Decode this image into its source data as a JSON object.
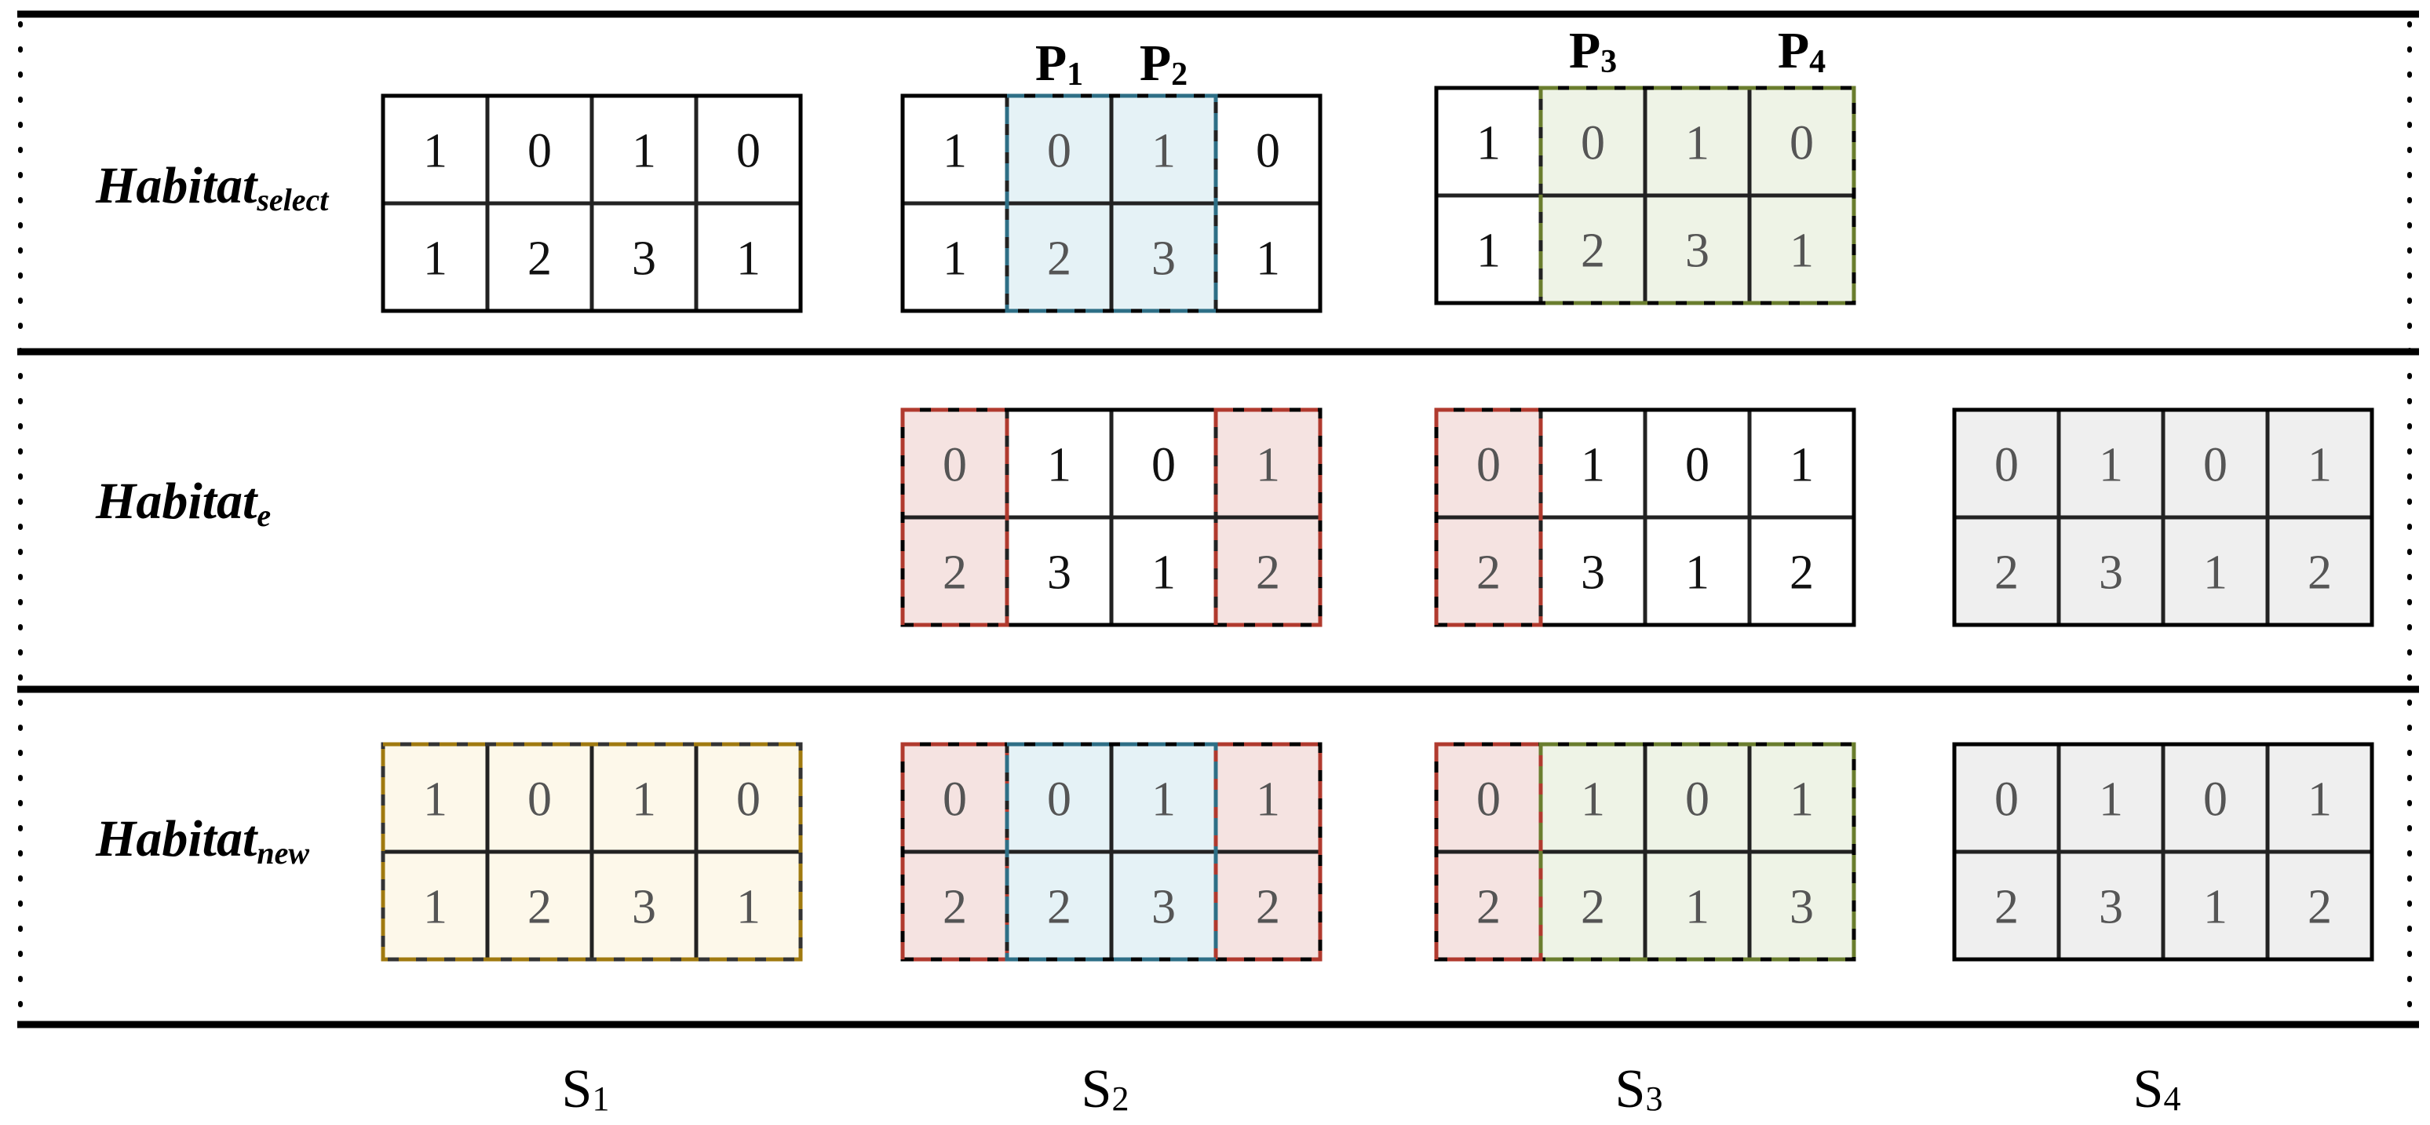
{
  "rows": [
    {
      "id": "select",
      "label_main": "Habitat",
      "label_sub": "select",
      "blocks": [
        {
          "strategy": "S1",
          "matrix": [
            [
              "1",
              "0",
              "1",
              "0"
            ],
            [
              "1",
              "2",
              "3",
              "1"
            ]
          ],
          "fills": [
            "white",
            "white",
            "white",
            "white"
          ],
          "outline": "solid"
        },
        {
          "strategy": "S2",
          "matrix": [
            [
              "1",
              "0",
              "1",
              "0"
            ],
            [
              "1",
              "2",
              "3",
              "1"
            ]
          ],
          "fills": [
            "white",
            "blue",
            "blue",
            "white"
          ],
          "outline": "solid",
          "dashed_region": {
            "from": 1,
            "to": 2,
            "color": "#2e6f86"
          }
        },
        {
          "strategy": "S3",
          "matrix": [
            [
              "1",
              "0",
              "1",
              "0"
            ],
            [
              "1",
              "2",
              "3",
              "1"
            ]
          ],
          "fills": [
            "white",
            "green",
            "green",
            "green"
          ],
          "outline": "solid",
          "dashed_region": {
            "from": 1,
            "to": 3,
            "color": "#6a7d2e"
          }
        }
      ]
    },
    {
      "id": "e",
      "label_main": "Habitat",
      "label_sub": "e",
      "blocks": [
        {
          "strategy": "S2",
          "matrix": [
            [
              "0",
              "1",
              "0",
              "1"
            ],
            [
              "2",
              "3",
              "1",
              "2"
            ]
          ],
          "fills": [
            "red",
            "white",
            "white",
            "red"
          ],
          "outline": "solid",
          "dashed_cols": [
            {
              "col": 0,
              "color": "#b03a2e"
            },
            {
              "col": 3,
              "color": "#b03a2e"
            }
          ]
        },
        {
          "strategy": "S3",
          "matrix": [
            [
              "0",
              "1",
              "0",
              "1"
            ],
            [
              "2",
              "3",
              "1",
              "2"
            ]
          ],
          "fills": [
            "red",
            "white",
            "white",
            "white"
          ],
          "outline": "solid",
          "dashed_cols": [
            {
              "col": 0,
              "color": "#b03a2e"
            }
          ]
        },
        {
          "strategy": "S4",
          "matrix": [
            [
              "0",
              "1",
              "0",
              "1"
            ],
            [
              "2",
              "3",
              "1",
              "2"
            ]
          ],
          "fills": [
            "gray",
            "gray",
            "gray",
            "gray"
          ],
          "outline": "solid"
        }
      ]
    },
    {
      "id": "new",
      "label_main": "Habitat",
      "label_sub": "new",
      "blocks": [
        {
          "strategy": "S1",
          "matrix": [
            [
              "1",
              "0",
              "1",
              "0"
            ],
            [
              "1",
              "2",
              "3",
              "1"
            ]
          ],
          "fills": [
            "yellow",
            "yellow",
            "yellow",
            "yellow"
          ],
          "outline": "dashed",
          "outline_color": "#a07a10"
        },
        {
          "strategy": "S2",
          "matrix": [
            [
              "0",
              "0",
              "1",
              "1"
            ],
            [
              "2",
              "2",
              "3",
              "2"
            ]
          ],
          "fills": [
            "red",
            "blue",
            "blue",
            "red"
          ],
          "outline": "solid",
          "dashed_cols": [
            {
              "col": 0,
              "color": "#b03a2e"
            },
            {
              "col": 3,
              "color": "#b03a2e"
            }
          ],
          "dashed_region": {
            "from": 1,
            "to": 2,
            "color": "#2e6f86"
          }
        },
        {
          "strategy": "S3",
          "matrix": [
            [
              "0",
              "1",
              "0",
              "1"
            ],
            [
              "2",
              "2",
              "1",
              "3"
            ]
          ],
          "fills": [
            "red",
            "green",
            "green",
            "green"
          ],
          "outline": "solid",
          "dashed_cols": [
            {
              "col": 0,
              "color": "#b03a2e"
            }
          ],
          "dashed_region": {
            "from": 1,
            "to": 3,
            "color": "#6a7d2e"
          }
        },
        {
          "strategy": "S4",
          "matrix": [
            [
              "0",
              "1",
              "0",
              "1"
            ],
            [
              "2",
              "3",
              "1",
              "2"
            ]
          ],
          "fills": [
            "gray",
            "gray",
            "gray",
            "gray"
          ],
          "outline": "solid"
        }
      ]
    }
  ],
  "points": [
    {
      "main": "P",
      "sub": "1"
    },
    {
      "main": "P",
      "sub": "2"
    },
    {
      "main": "P",
      "sub": "3"
    },
    {
      "main": "P",
      "sub": "4"
    }
  ],
  "strategies": [
    {
      "main": "S",
      "sub": "1"
    },
    {
      "main": "S",
      "sub": "2"
    },
    {
      "main": "S",
      "sub": "3"
    },
    {
      "main": "S",
      "sub": "4"
    }
  ],
  "colors": {
    "white": "#ffffff",
    "blue": "#e5f2f6",
    "green": "#eef3e6",
    "red": "#f5e3e1",
    "gray": "#efefef",
    "yellow": "#fdf8ea",
    "divider": "#000000",
    "cell_border": "#4a4a40",
    "text_plain": "#111111",
    "text_faded": "#555555"
  }
}
